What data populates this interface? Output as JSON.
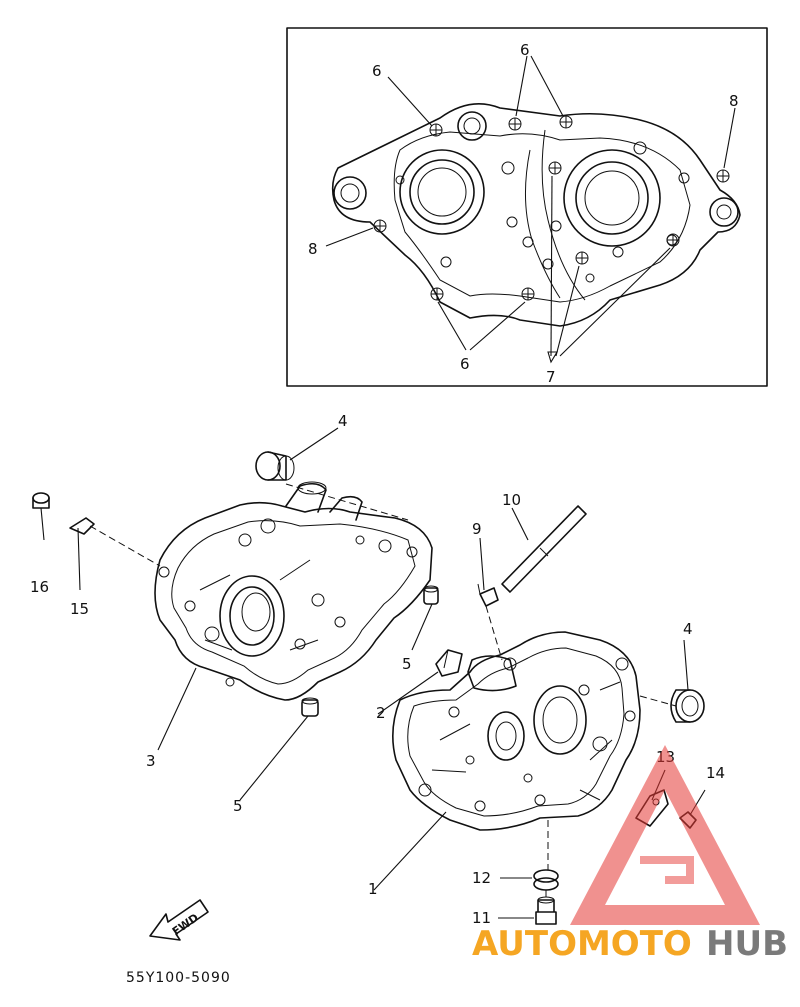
{
  "diagram": {
    "inset_labels": {
      "a": "6",
      "b": "6",
      "c": "8",
      "d": "8",
      "e": "6",
      "f": "7"
    },
    "labels": {
      "n1": "1",
      "n2": "2",
      "n3": "3",
      "n4a": "4",
      "n4b": "4",
      "n5a": "5",
      "n5b": "5",
      "n9": "9",
      "n10": "10",
      "n11": "11",
      "n12": "12",
      "n13": "13",
      "n14": "14",
      "n15": "15",
      "n16": "16"
    },
    "fwd_label": "FWD",
    "part_code": "55Y100-5090"
  },
  "watermark": {
    "text_a": "AUTOMOTO",
    "text_b": "HUB",
    "color_a": "#f5a623",
    "color_b": "#7a7a7a",
    "triangle_color": "#e53935"
  }
}
